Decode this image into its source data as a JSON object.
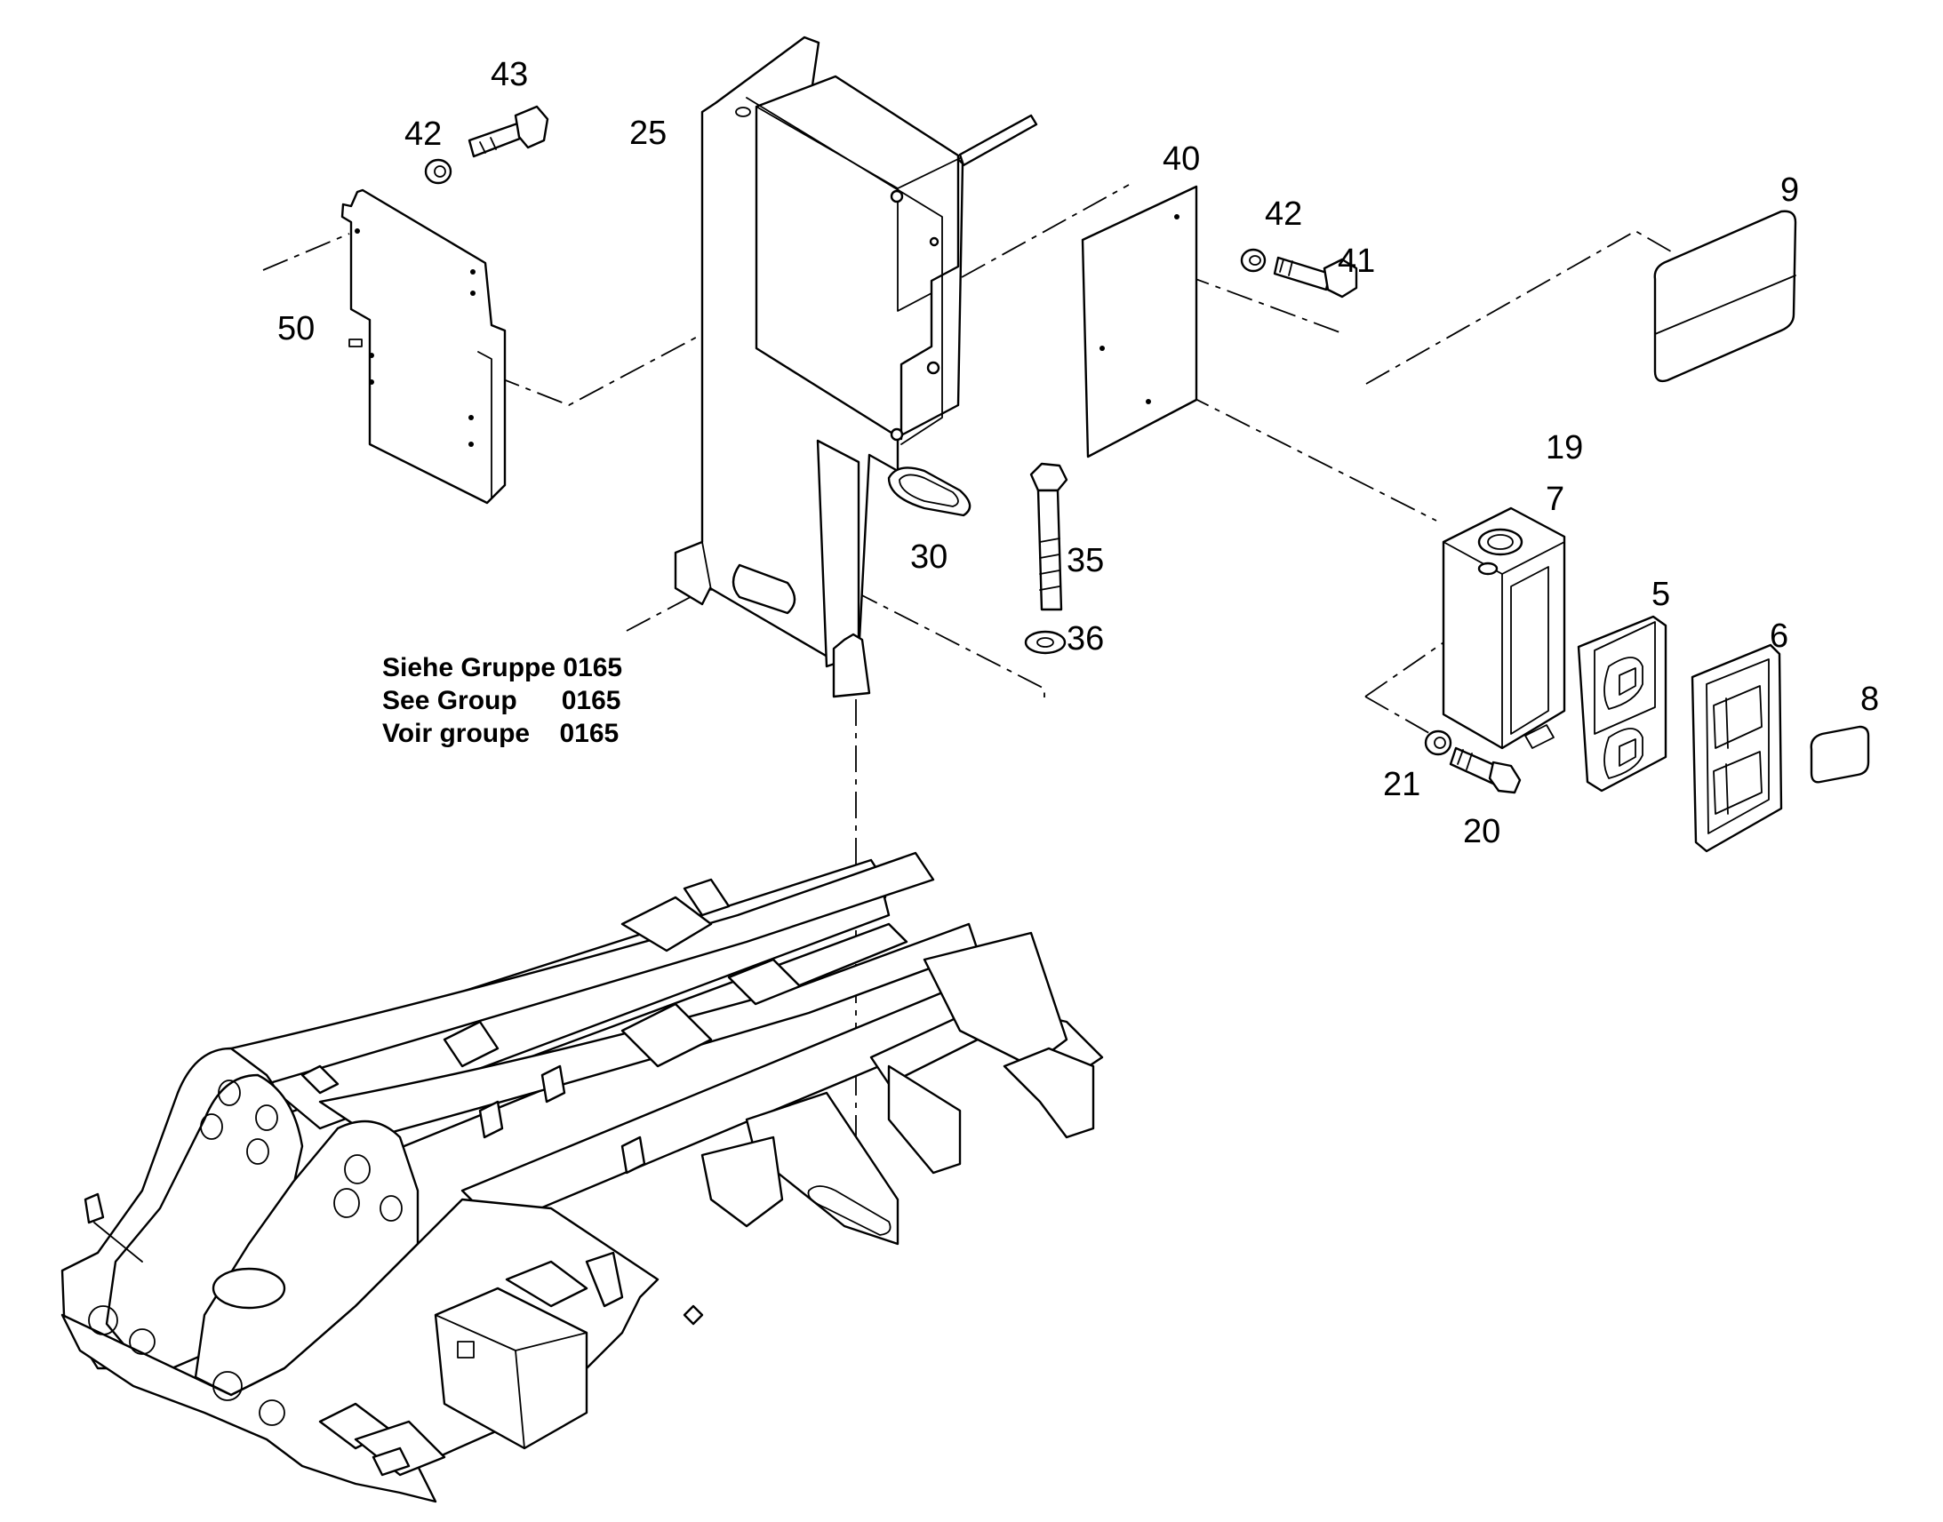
{
  "callouts": {
    "c43": "43",
    "c42a": "42",
    "c25": "25",
    "c50": "50",
    "c40": "40",
    "c42b": "42",
    "c41": "41",
    "c9": "9",
    "c19": "19",
    "c7": "7",
    "c30": "30",
    "c35": "35",
    "c36": "36",
    "c5": "5",
    "c6": "6",
    "c8": "8",
    "c21": "21",
    "c20": "20"
  },
  "reference_note": {
    "line1": "Siehe Gruppe 0165",
    "line2": "See Group      0165",
    "line3": "Voir groupe    0165"
  }
}
